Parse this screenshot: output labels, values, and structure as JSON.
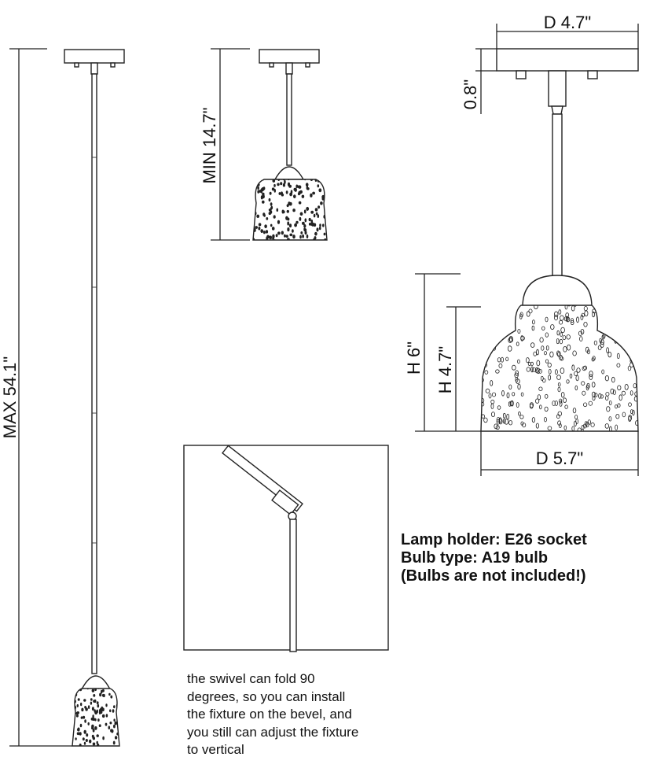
{
  "dimensions": {
    "max_length": "MAX 54.1\"",
    "min_length": "MIN 14.7\"",
    "canopy_diameter": "D 4.7\"",
    "canopy_height": "0.8\"",
    "total_height": "H 6\"",
    "shade_height": "H 4.7\"",
    "shade_diameter": "D 5.7\""
  },
  "specs": {
    "lamp_holder": "Lamp holder: E26 socket",
    "bulb_type": "Bulb type: A19 bulb",
    "note": "(Bulbs are not included!)"
  },
  "caption": {
    "lines": [
      "the swivel can fold 90",
      "degrees, so you can install",
      "the fixture on the bevel, and",
      "you still can adjust the fixture",
      "to vertical"
    ]
  }
}
